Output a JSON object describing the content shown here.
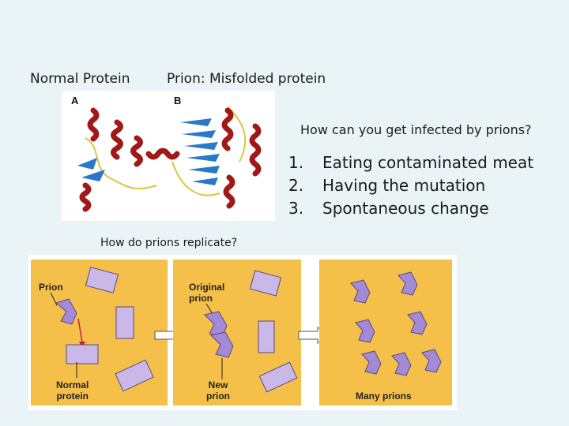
{
  "labels": {
    "normal": "Normal Protein",
    "prion": "Prion: Misfolded protein",
    "question_infect": "How can you get infected by prions?",
    "question_replicate": "How do prions replicate?"
  },
  "structure_figure": {
    "panel_a": "A",
    "panel_b": "B",
    "colors": {
      "helix": "#a01818",
      "sheet": "#2a78c8",
      "loop": "#d8c840"
    }
  },
  "answers": [
    {
      "num": "1.",
      "text": "Eating contaminated meat"
    },
    {
      "num": "2.",
      "text": "Having the mutation"
    },
    {
      "num": "3.",
      "text": "Spontaneous change"
    }
  ],
  "diagram": {
    "prion": "Prion",
    "normal_protein_1": "Normal",
    "normal_protein_2": "protein",
    "original_prion_1": "Original",
    "original_prion_2": "prion",
    "new_prion_1": "New",
    "new_prion_2": "prion",
    "many_prions": "Many prions",
    "colors": {
      "panel": "#f5c04a",
      "protein": "#c9b8e8",
      "prion": "#a28ad6",
      "outline": "#5a4a80"
    }
  }
}
